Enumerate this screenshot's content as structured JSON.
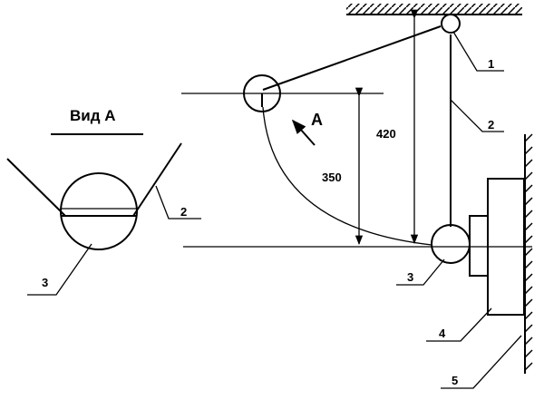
{
  "view": {
    "title": "Вид А"
  },
  "arrow_label": "А",
  "dimensions": {
    "rise": "350",
    "length": "420"
  },
  "callouts": {
    "pivot": "1",
    "string": "2",
    "ball_main": "3",
    "plate": "4",
    "wall": "5",
    "view_string": "2",
    "view_ball": "3"
  }
}
